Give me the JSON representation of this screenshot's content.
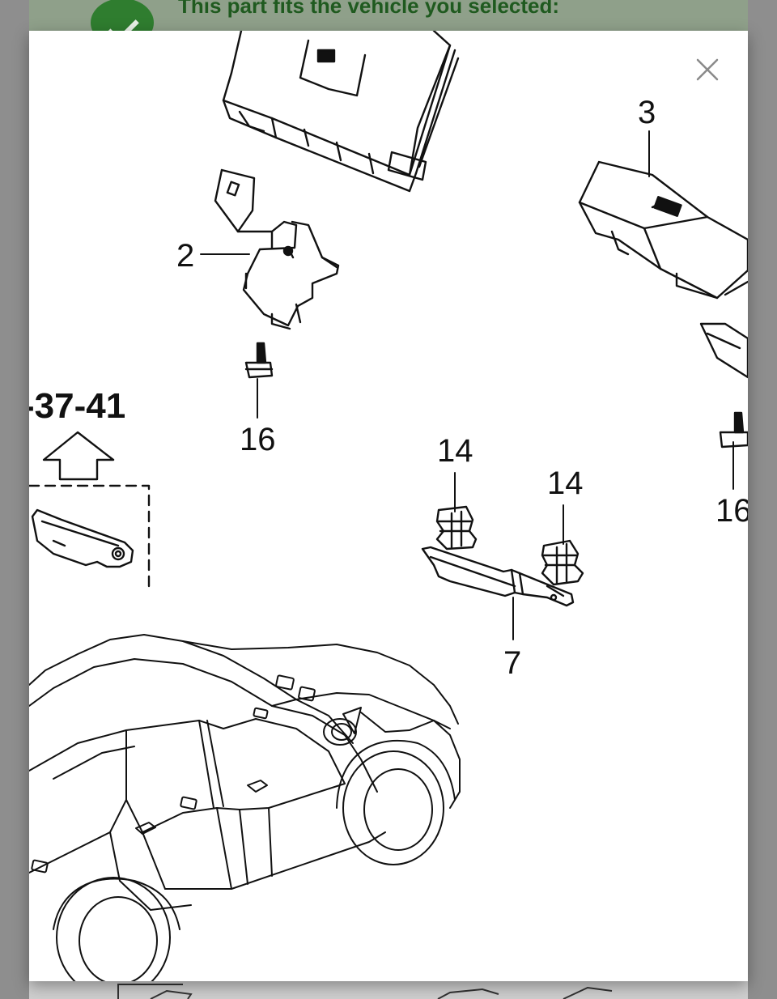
{
  "banner": {
    "fit_message": "This part fits the vehicle you selected:"
  },
  "modal": {
    "close_icon": "close-icon"
  },
  "diagram": {
    "ref_label": "-37-41",
    "callouts": {
      "c2": "2",
      "c3": "3",
      "c7": "7",
      "c14a": "14",
      "c14b": "14",
      "c16a": "16",
      "c16b": "16"
    }
  },
  "icons": {
    "check": "check-icon",
    "arrow": "up-arrow-icon"
  },
  "colors": {
    "banner_bg": "#8fa08a",
    "banner_text": "#1f5a1f",
    "check_circle": "#2f7d2f",
    "overlay": "#8e8e8e"
  }
}
